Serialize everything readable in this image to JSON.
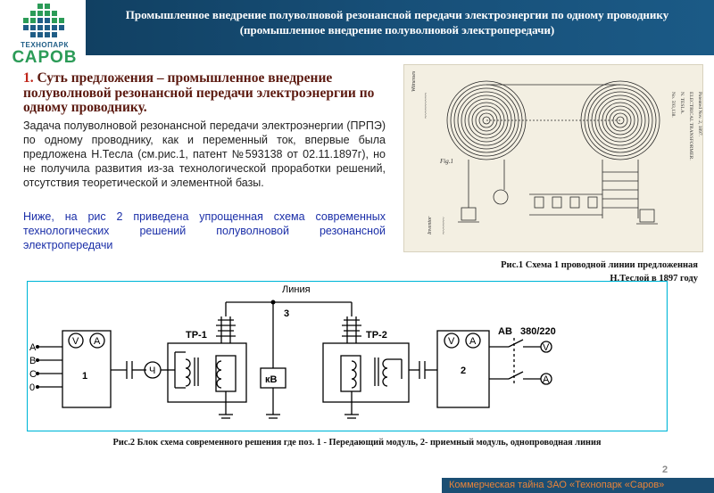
{
  "header": {
    "title_line1": "Промышленное внедрение полуволновой резонансной передачи электроэнергии по одному проводнику",
    "title_line2": "(промышленное внедрение полуволновой электропередачи)"
  },
  "logo": {
    "line1": "ТЕХНОПАРК",
    "line2": "САРОВ"
  },
  "section": {
    "number": "1.",
    "title": "Суть предложения  – промышленное внедрение полуволновой резонансной передачи электроэнергии по одному проводнику.",
    "paragraph1": "Задача полуволновой резонансной передачи электроэнергии (ПРПЭ) по одному проводнику, как и переменный ток, впервые была предложена Н.Тесла  (см.рис.1, патент №593138 от 02.11.1897г), но не получила развития из-за технологической проработки решений, отсутствия теоретической и элементной базы.",
    "paragraph2": "Ниже, на рис 2 приведена упрощенная схема  современных технологических решений полуволновой резонансной электропередачи"
  },
  "figure1": {
    "caption_line1": "Рис.1 Схема 1 проводной линии предложенная",
    "caption_line2": "Н.Теслой в 1897 году"
  },
  "figure2": {
    "labels": {
      "line": "Линия",
      "pos3": "3",
      "tr1": "ТР-1",
      "tr2": "ТР-2",
      "av": "АВ",
      "voltage": "380/220",
      "pos1": "1",
      "pos2": "2",
      "kv": "кВ",
      "phase_a": "А",
      "phase_b": "В",
      "phase_c": "С",
      "neutral": "0",
      "meter_v": "V",
      "meter_a": "A",
      "freq": "Ч"
    },
    "caption": "Рис.2 Блок схема современного решения где  поз. 1 - Передающий модуль,  2- приемный модуль, однопроводная линия"
  },
  "page_number": "2",
  "footer": "Коммерческая тайна ЗАО «Технопарк «Саров»",
  "colors": {
    "header_bg": "#174f78",
    "title_red": "#c0261b",
    "blue_text": "#1a2ea8",
    "footer_text": "#e8843a"
  }
}
